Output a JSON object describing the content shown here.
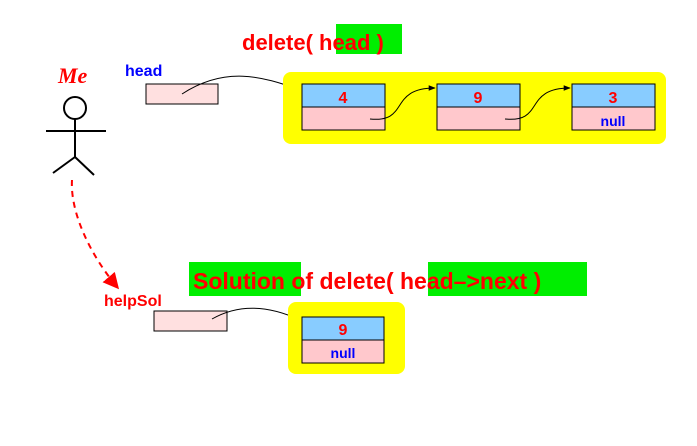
{
  "title": {
    "prefix": "delete( ",
    "highlight": "head",
    "suffix": " )"
  },
  "person_label": "Me",
  "head_label": "head",
  "helper_label": "helpSol",
  "subtitle": {
    "highlight1": "Solution",
    "middle": " of delete( ",
    "highlight2": "head–>next",
    "suffix": " )"
  },
  "top_list": [
    {
      "value": "4",
      "next": ""
    },
    {
      "value": "9",
      "next": ""
    },
    {
      "value": "3",
      "next": "null"
    }
  ],
  "bottom_list": [
    {
      "value": "9",
      "next": "null"
    }
  ],
  "colors": {
    "text_red": "#ff0000",
    "text_blue": "#0000ff",
    "highlight_green": "#00ee00",
    "yellow_panel": "#ffff00",
    "node_value_blue": "#88ccff",
    "node_pointer_pink": "#ffc8cc",
    "pointer_box_pink": "#ffe0e0"
  }
}
